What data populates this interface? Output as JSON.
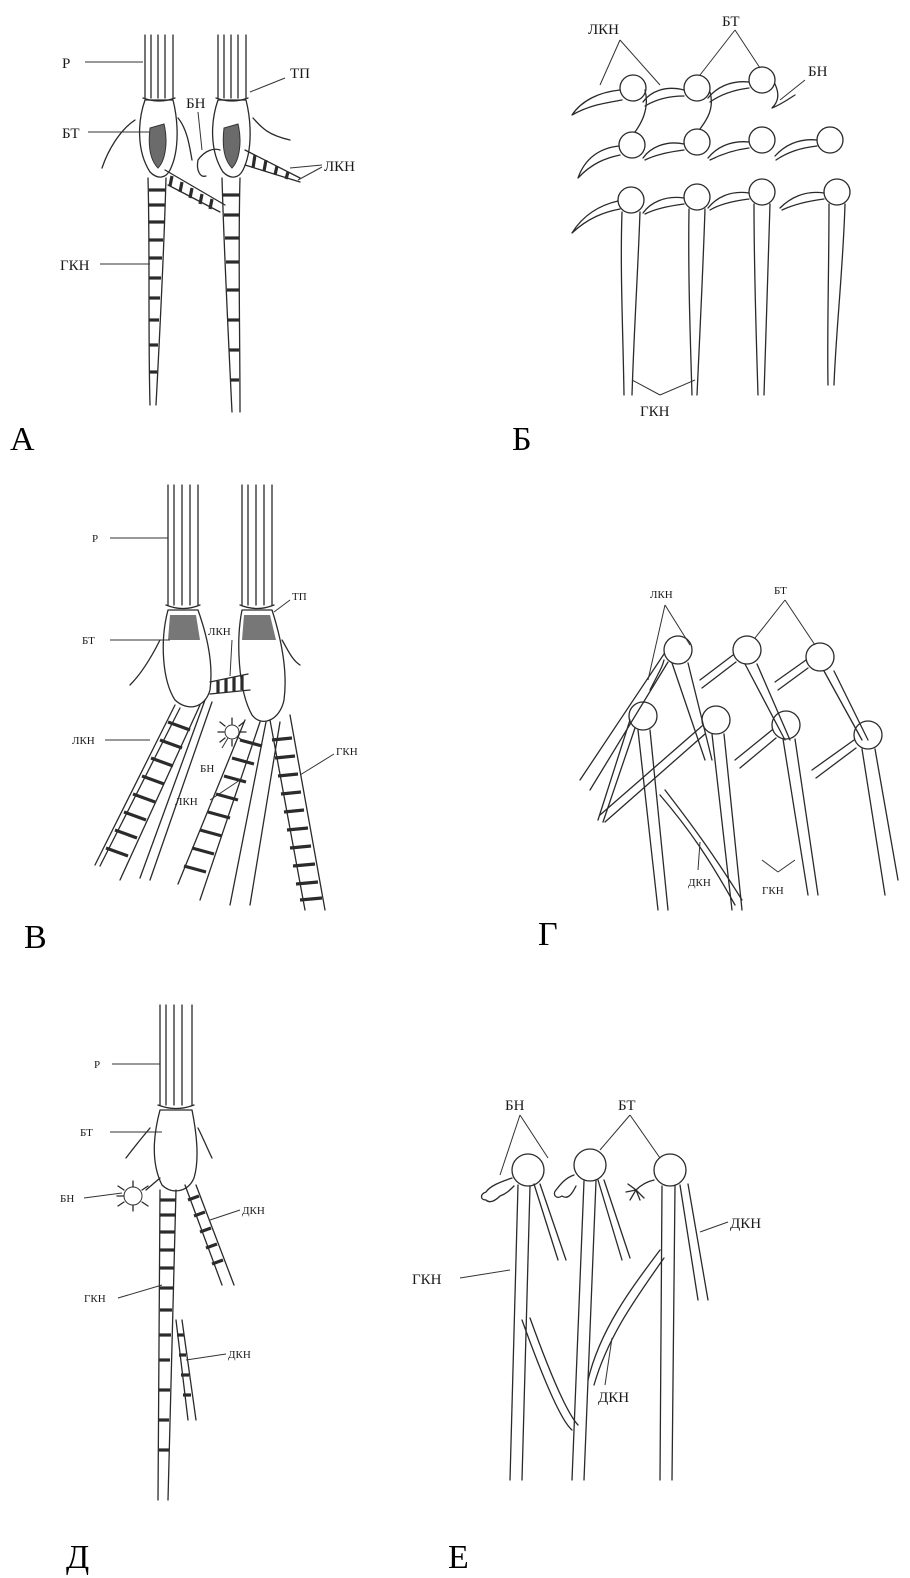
{
  "panels": {
    "A": {
      "letter": "А",
      "labels": {
        "r": "Р",
        "bt": "БТ",
        "bn": "БН",
        "tp": "ТП",
        "lkn": "ЛКН",
        "gkn": "ГКН"
      }
    },
    "B": {
      "letter": "Б",
      "labels": {
        "lkn": "ЛКН",
        "bt": "БТ",
        "bn": "БН",
        "gkn": "ГКН"
      }
    },
    "V": {
      "letter": "В",
      "labels": {
        "r": "Р",
        "tp": "ТП",
        "bt": "БТ",
        "lkn_top": "ЛКН",
        "lkn_left": "ЛКН",
        "bn": "БН",
        "lkn_mid": "ЛКН",
        "gkn": "ГКН"
      }
    },
    "G": {
      "letter": "Г",
      "labels": {
        "lkn": "ЛКН",
        "bt": "БТ",
        "dkn": "ДКН",
        "gkn": "ГКН"
      }
    },
    "D": {
      "letter": "Д",
      "labels": {
        "r": "Р",
        "bt": "БТ",
        "bn": "БН",
        "dkn_top": "ДКН",
        "gkn": "ГКН",
        "dkn_bottom": "ДКН"
      }
    },
    "E": {
      "letter": "Е",
      "labels": {
        "bn": "БН",
        "bt": "БТ",
        "gkn": "ГКН",
        "dkn_right": "ДКН",
        "dkn_mid": "ДКН"
      }
    }
  }
}
